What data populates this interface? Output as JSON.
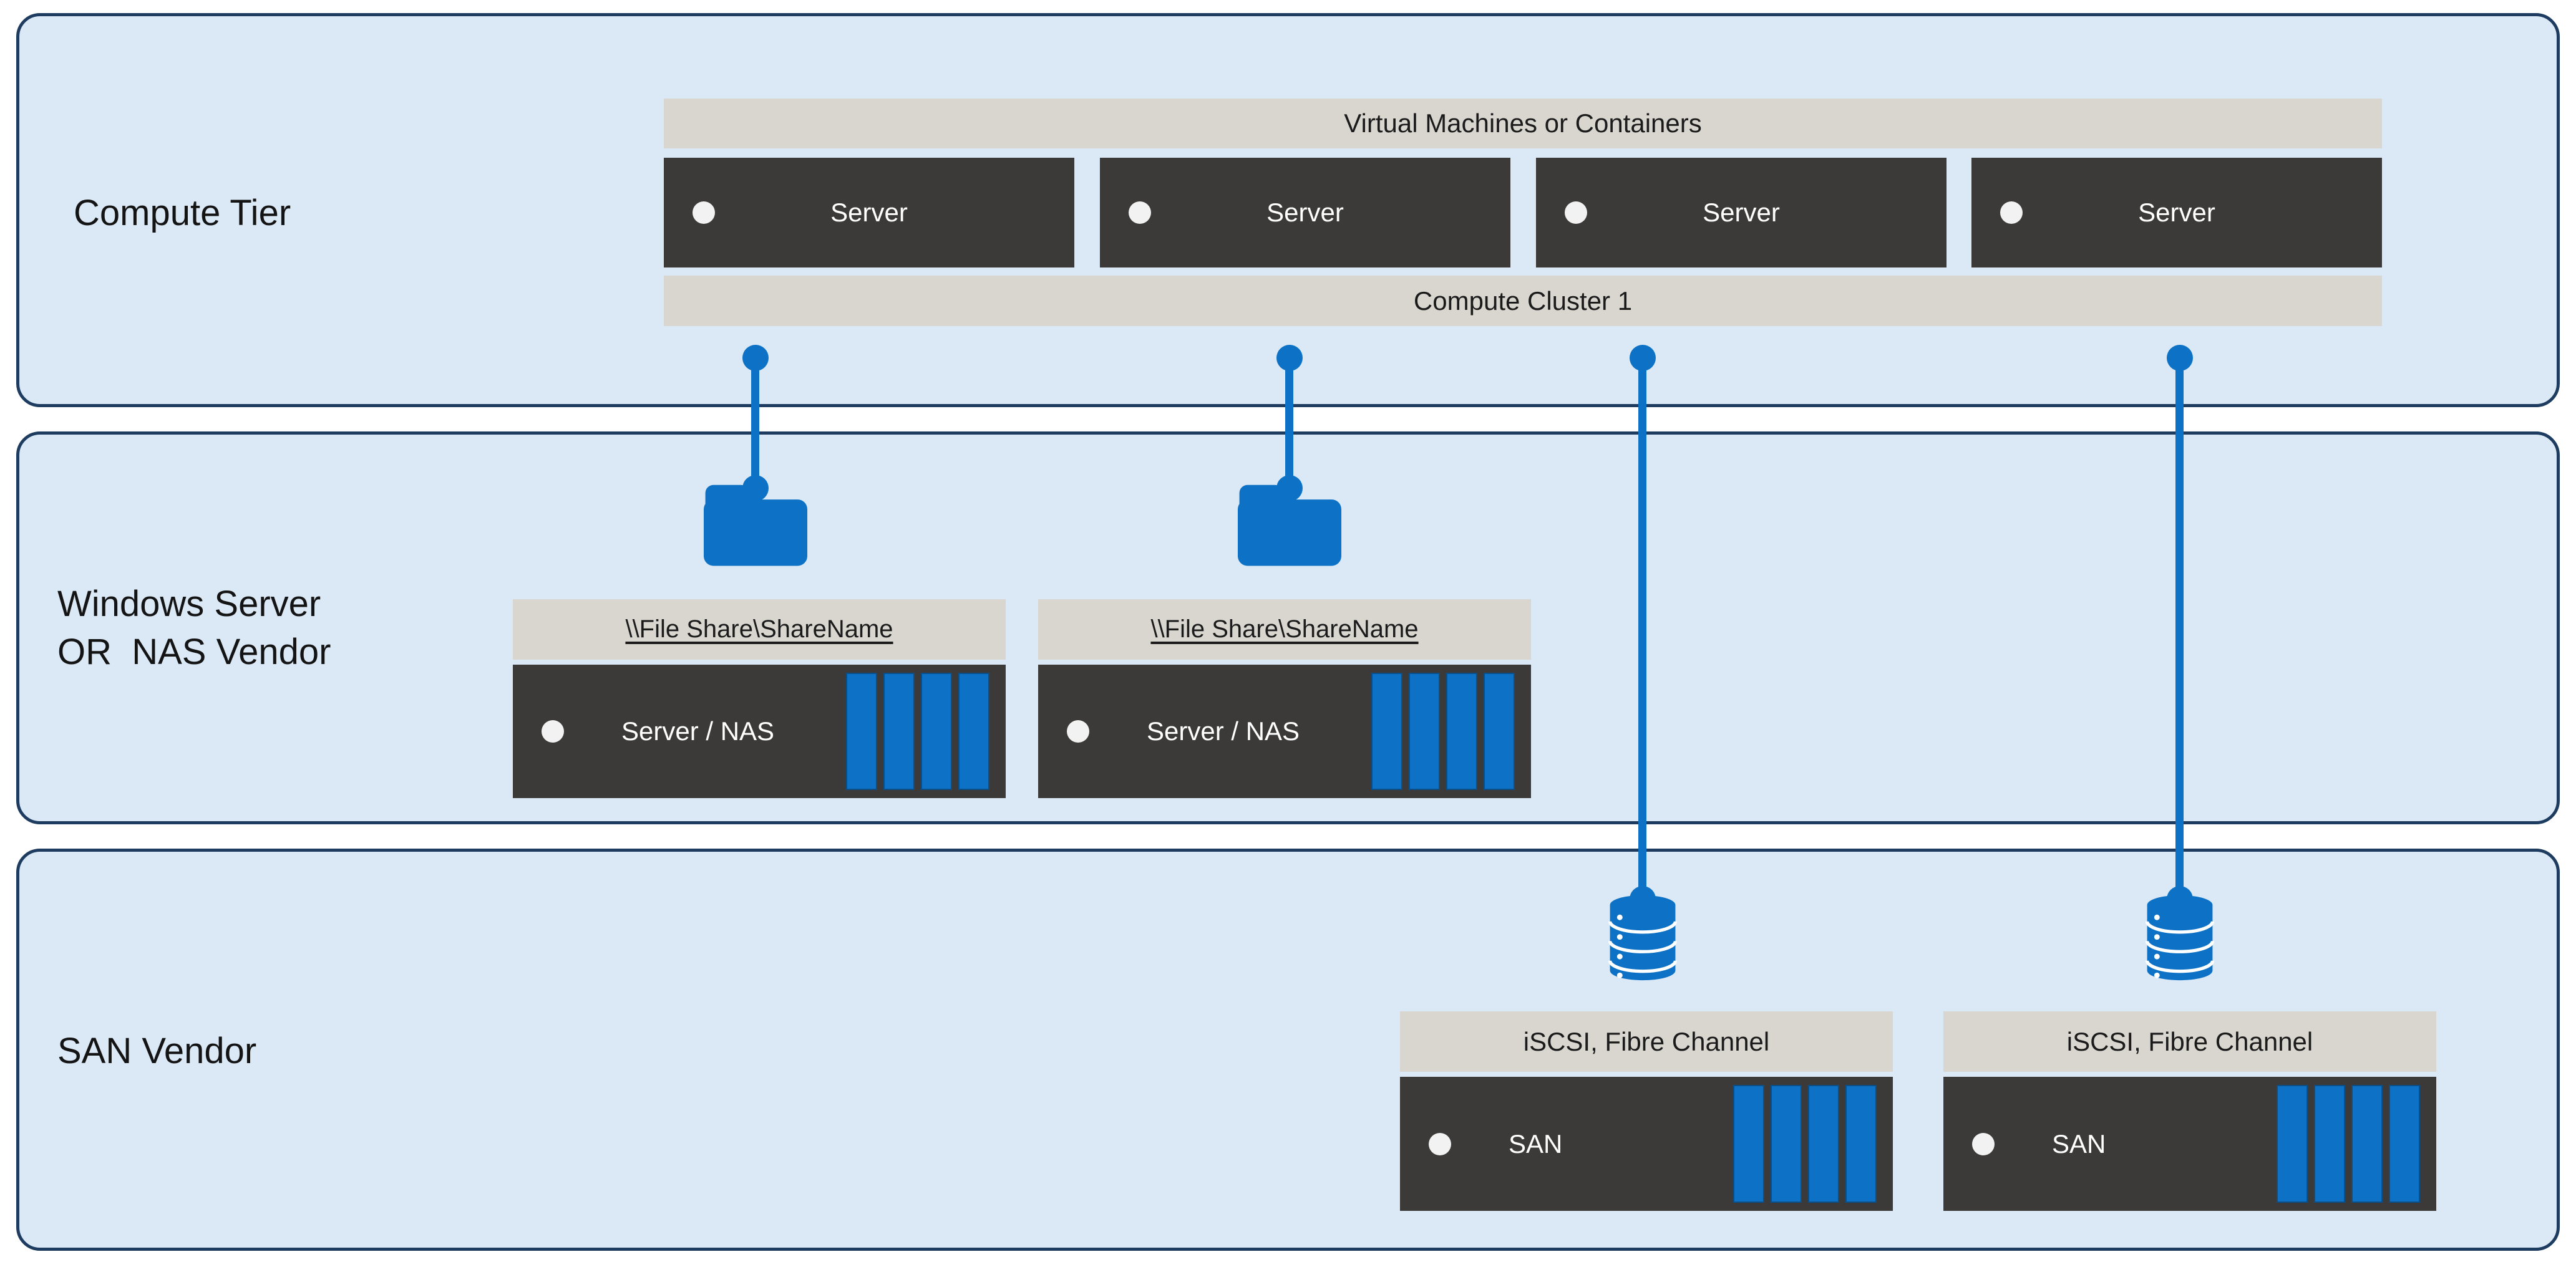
{
  "colors": {
    "accent_blue": "#0d72c6",
    "band_fill": "#dbe9f7",
    "band_border": "#1d3c60",
    "dark_box": "#3b3a38",
    "gray_bar": "#d9d6d0"
  },
  "compute": {
    "label": "Compute Tier",
    "header": "Virtual Machines or Containers",
    "footer": "Compute Cluster 1",
    "servers": [
      {
        "label": "Server"
      },
      {
        "label": "Server"
      },
      {
        "label": "Server"
      },
      {
        "label": "Server"
      }
    ]
  },
  "nas": {
    "label_line1": "Windows Server",
    "label_line2": "OR  NAS Vendor",
    "nodes": [
      {
        "share_path": "\\\\File Share\\ShareName",
        "label": "Server / NAS"
      },
      {
        "share_path": "\\\\File Share\\ShareName",
        "label": "Server / NAS"
      }
    ]
  },
  "san": {
    "label": "SAN Vendor",
    "nodes": [
      {
        "protocol": "iSCSI, Fibre Channel",
        "label": "SAN"
      },
      {
        "protocol": "iSCSI, Fibre Channel",
        "label": "SAN"
      }
    ]
  }
}
